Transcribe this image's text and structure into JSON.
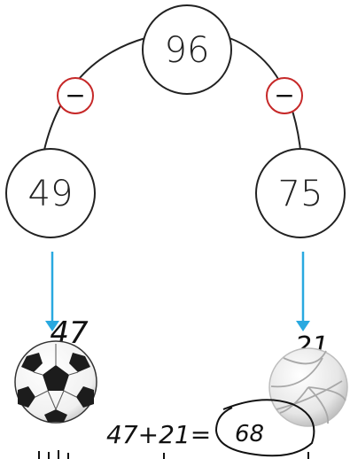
{
  "diagram": {
    "top_value": "96",
    "left_value": "49",
    "right_value": "75",
    "operator_left": "−",
    "operator_right": "−",
    "operator_color": "#c62828",
    "arrow_color": "#29a9e0"
  },
  "handwriting": {
    "left_answer": "47",
    "right_answer": "21",
    "sum_expression": "47+21=",
    "sum_result": "68"
  },
  "images": {
    "left_ball": "soccer-ball",
    "right_ball": "volleyball"
  }
}
